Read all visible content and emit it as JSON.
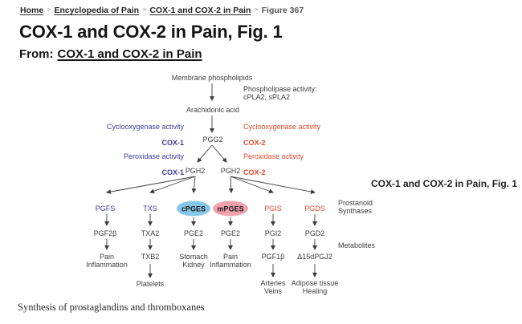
{
  "breadcrumb": {
    "items": [
      "Home",
      "Encyclopedia of Pain",
      "COX-1 and COX-2 in Pain"
    ],
    "current": "Figure 367",
    "separator": ">"
  },
  "header": {
    "title": "COX-1 and COX-2 in Pain, Fig. 1",
    "from_label": "From:",
    "from_link": "COX-1 and COX-2 in Pain"
  },
  "figure": {
    "side_title": "COX-1 and COX-2 in Pain, Fig. 1",
    "caption": "Synthesis of prostaglandins and thromboxanes",
    "row_labels": {
      "synthases": "Prostanoid\nSynthases",
      "metabolites": "Metabolites"
    }
  },
  "diagram": {
    "membrane": "Membrane phospholipids",
    "phospholipase": "Phospholipase activity:\ncPLA2, sPLA2",
    "arachidonic": "Arachidonic acid",
    "cyclooxygenase_activity": "Cyclooxygenase activity",
    "peroxidase_activity": "Peroxidase activity",
    "cox1": "COX-1",
    "cox2": "COX-2",
    "pgg2": "PGG2",
    "pgh2": "PGH2",
    "synthases": {
      "pgfs": "PGFS",
      "txs": "TXS",
      "cpges": "cPGES",
      "mpges": "mPGES",
      "pgis": "PGIS",
      "pgds": "PGDS"
    },
    "metabolites": {
      "pgf2b": "PGF2β",
      "txa2": "TXA2",
      "pge2": "PGE2",
      "pgi2": "PGI2",
      "pgd2": "PGD2"
    },
    "effects": {
      "pain": "Pain\nInflammation",
      "txb2": "TXB2",
      "stomach_kidney": "Stomach\nKidney",
      "pgf1b": "PGF1β",
      "delta15": "Δ15dPGJ2"
    },
    "targets": {
      "platelets": "Platelets",
      "arteries_veins": "Arteries\nVeins",
      "adipose_healing": "Adipose tissue\nHealing"
    }
  },
  "colors": {
    "cox1_blue": "#3b3b9e",
    "cox2_red": "#de4a2b",
    "cpges_fill": "#86c6e9",
    "mpges_fill": "#f1a2ad",
    "arrow": "#3d3d3d"
  }
}
